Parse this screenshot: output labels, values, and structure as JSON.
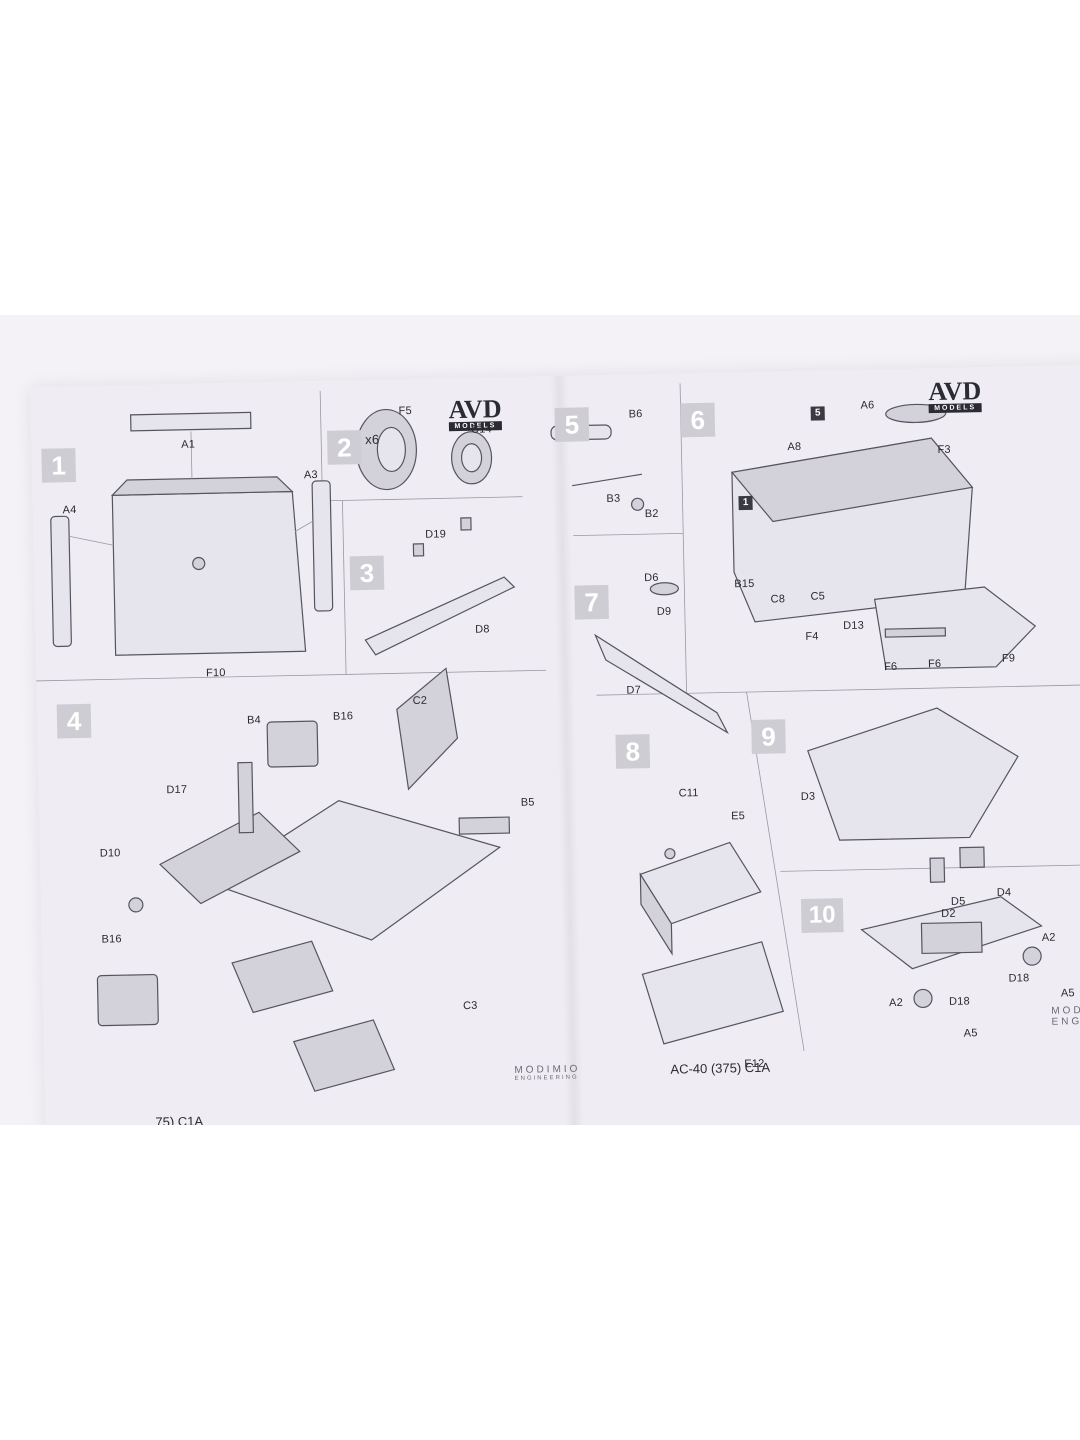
{
  "logos": {
    "text": "AVD",
    "sub": "MODELS"
  },
  "brand": {
    "line1": "MODIMIO",
    "line2": "ENGINEERING",
    "tail_partial": "MODI ENGIN"
  },
  "footer": {
    "model_code": "AC-40 (375) C1A",
    "cut_code": "75) C1A"
  },
  "steps": [
    "1",
    "2",
    "3",
    "4",
    "5",
    "6",
    "7",
    "8",
    "9",
    "10"
  ],
  "multiplier": "x6",
  "mini_steps": [
    "5",
    "1"
  ],
  "parts": {
    "A1": "A1",
    "A3": "A3",
    "A4": "A4",
    "F10": "F10",
    "F5": "F5",
    "C14": "C14",
    "D19": "D19",
    "D8": "D8",
    "B4": "B4",
    "B16a": "B16",
    "C2": "C2",
    "D17": "D17",
    "B5": "B5",
    "D10": "D10",
    "B16b": "B16",
    "C3": "C3",
    "B6": "B6",
    "B3": "B3",
    "B2": "B2",
    "A6": "A6",
    "A8": "A8",
    "F3": "F3",
    "B15": "B15",
    "C8": "C8",
    "C5": "C5",
    "F4": "F4",
    "D13": "D13",
    "F6a": "F6",
    "F6b": "F6",
    "F9": "F9",
    "D6": "D6",
    "D9": "D9",
    "D7": "D7",
    "C11": "C11",
    "E5": "E5",
    "E12": "E12",
    "D3": "D3",
    "D5": "D5",
    "D4": "D4",
    "D2": "D2",
    "A2a": "A2",
    "A2b": "A2",
    "D18a": "D18",
    "D18b": "D18",
    "A5a": "A5",
    "A5b": "A5"
  }
}
